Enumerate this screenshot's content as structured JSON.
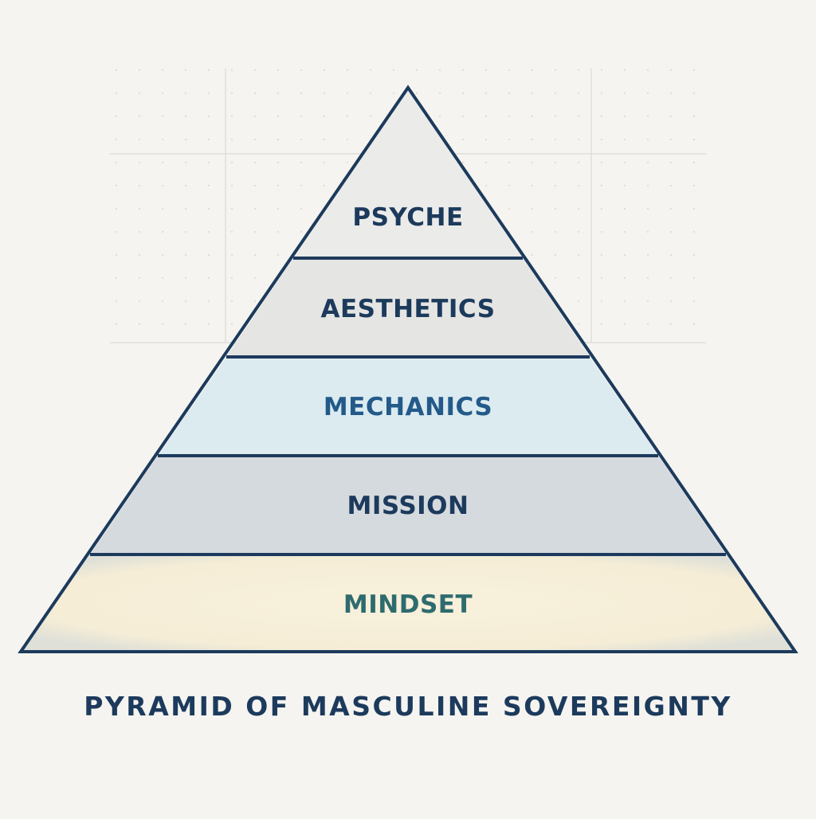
{
  "diagram": {
    "type": "pyramid",
    "title": "PYRAMID OF MASCULINE SOVEREIGNTY",
    "outline_color": "#1c3a5c",
    "background_color": "#f5f4f0",
    "tiers": [
      {
        "label": "PSYCHE",
        "fill": "#ebebe9",
        "text_color": "#1c3a5c"
      },
      {
        "label": "AESTHETICS",
        "fill": "#e5e5e3",
        "text_color": "#1c3a5c"
      },
      {
        "label": "MECHANICS",
        "fill": "#dcebf0",
        "text_color": "#235a8a"
      },
      {
        "label": "MISSION",
        "fill": "#d5dade",
        "text_color": "#1c3a5c"
      },
      {
        "label": "MINDSET",
        "fill": "#f7efd9",
        "text_color": "#2e6b6e"
      }
    ]
  }
}
